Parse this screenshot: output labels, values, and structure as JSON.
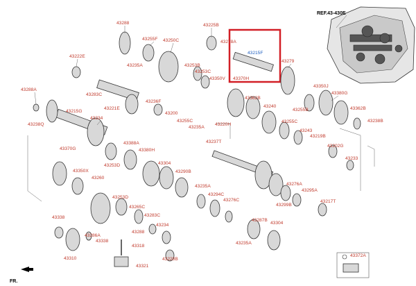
{
  "reference": "REF.43-430E",
  "front_marker": "FR.",
  "highlight_part": "43215F",
  "highlight_color": "#d21f26",
  "label_color": "#c0392b",
  "labels": [
    "43288",
    "43255F",
    "43250C",
    "43225B",
    "43278A",
    "43215F",
    "43279",
    "43222E",
    "43235A",
    "43253B",
    "43253C",
    "43370H",
    "43350V",
    "43380G",
    "43288A",
    "43283C",
    "43221E",
    "43236F",
    "43350J",
    "43362B",
    "43240",
    "43215G",
    "43255B",
    "43362B",
    "43238Q",
    "43334",
    "43200",
    "43255C",
    "43235A",
    "43220H",
    "43255C",
    "43243",
    "43219B",
    "43238B",
    "43237T",
    "43202G",
    "43370G",
    "43388A",
    "43380H",
    "43304",
    "43290B",
    "43233",
    "43253D",
    "43350X",
    "43260",
    "43276A",
    "43235A",
    "43294C",
    "43295A",
    "43299B",
    "43217T",
    "43276C",
    "43253D",
    "43265C",
    "43283C",
    "43338",
    "43234",
    "43287B",
    "43304",
    "43288",
    "43286A",
    "43338",
    "43318",
    "43235A",
    "43310",
    "43321",
    "43228B",
    "43372A"
  ]
}
